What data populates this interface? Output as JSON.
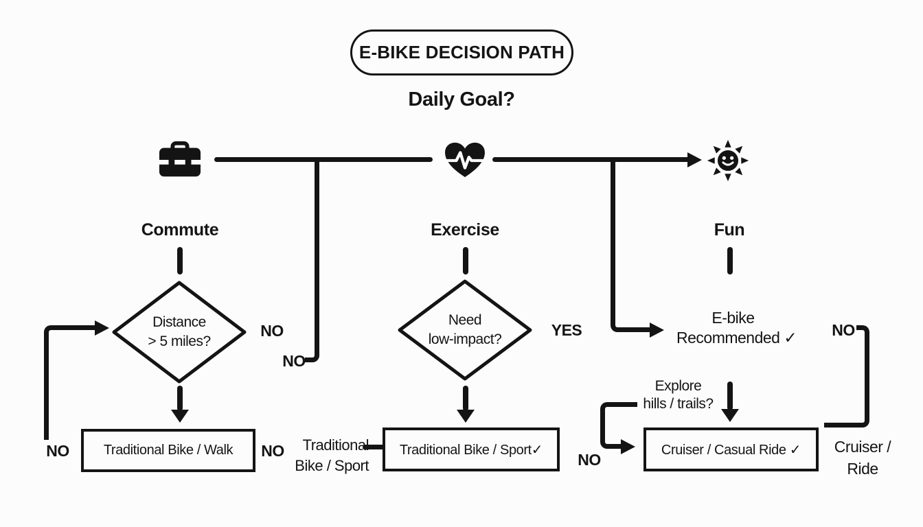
{
  "colors": {
    "ink": "#141414",
    "background": "#fcfcfc"
  },
  "header": {
    "title": "E-BIKE DECISION PATH",
    "question": "Daily Goal?"
  },
  "branches": [
    {
      "label": "Commute",
      "icon": "briefcase-icon"
    },
    {
      "label": "Exercise",
      "icon": "heart-pulse-icon"
    },
    {
      "label": "Fun",
      "icon": "sun-smiley-icon"
    }
  ],
  "decisions": [
    {
      "line1": "Distance",
      "line2": "> 5 miles?"
    },
    {
      "line1": "Need",
      "line2": "low-impact?"
    },
    {
      "line1": "Explore",
      "line2": "hills / trails?"
    }
  ],
  "results": {
    "ebike": {
      "line1": "E-bike",
      "line2": "Recommended ✓"
    },
    "walk": {
      "label": "Traditional Bike / Walk"
    },
    "sport": {
      "label": "Traditional Bike / Sport✓"
    },
    "cruiser": {
      "label": "Cruiser / Casual Ride ✓"
    }
  },
  "edge_labels": {
    "distance_no": "NO",
    "junction_no": "NO",
    "low_impact_yes": "YES",
    "left_loop_no": "NO",
    "walk_no": "NO",
    "sport_side": {
      "line1": "Traditional",
      "line2": "Bike / Sport"
    },
    "explore_no": "NO",
    "fun_no": "NO",
    "cruiser_side": {
      "line1": "Cruiser /",
      "line2": "Ride"
    }
  }
}
